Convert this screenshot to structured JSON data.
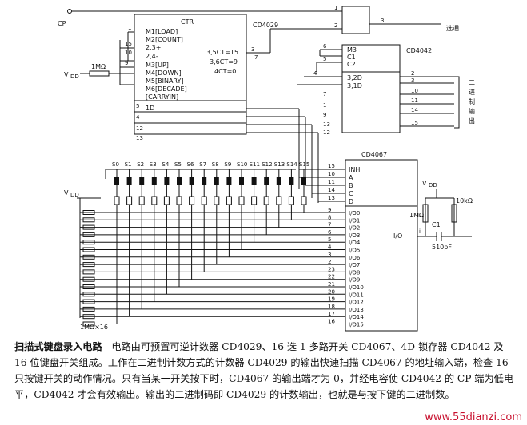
{
  "title": "CD4029",
  "ctr": {
    "name": "CTR",
    "inputs": [
      "M1[LOAD]",
      "M2[COUNT]",
      "2,3+",
      "2,4-",
      "M3[UP]",
      "M4[DOWN]",
      "M5[BINARY]",
      "M6[DECADE]",
      "[CARRYIN]",
      "1D"
    ],
    "outputs": [
      "3,5CT=15",
      "3,6CT=9",
      "4CT=0"
    ],
    "pin_labels": [
      "1",
      "15",
      "10",
      "9",
      "5",
      "4",
      "12",
      "13",
      "3",
      "7"
    ]
  },
  "gate_pins": [
    "1",
    "2",
    "3"
  ],
  "strobe": "选通",
  "cp": "CP",
  "vdd": "V",
  "vdd_sub": "DD",
  "res_1m": "1MΩ",
  "cd4042": {
    "name": "CD4042",
    "inputs": [
      "M3",
      "C1",
      "C2",
      "3,2D",
      "3,1D"
    ],
    "pins": [
      "6",
      "5",
      "4",
      "7",
      "2",
      "3",
      "10",
      "11",
      "14",
      "15",
      "1",
      "9",
      "13",
      "12"
    ]
  },
  "bin_out": [
    "二",
    "进",
    "制",
    "输",
    "出"
  ],
  "cd4067": {
    "name": "CD4067",
    "inputs": [
      "INH",
      "A",
      "B",
      "C",
      "D"
    ],
    "pins_in": [
      "15",
      "10",
      "11",
      "14",
      "13"
    ],
    "io": [
      "I/O0",
      "I/O1",
      "I/O2",
      "I/O3",
      "I/O4",
      "I/O5",
      "I/O6",
      "I/O7",
      "I/O8",
      "I/O9",
      "I/O10",
      "I/O11",
      "I/O12",
      "I/O13",
      "I/O14",
      "I/O15"
    ],
    "io_pins": [
      "9",
      "8",
      "7",
      "6",
      "5",
      "4",
      "3",
      "2",
      "23",
      "22",
      "21",
      "20",
      "19",
      "18",
      "17",
      "16"
    ],
    "out": "I/O",
    "out_pin": "1"
  },
  "switches": [
    "S0",
    "S1",
    "S2",
    "S3",
    "S4",
    "S5",
    "S6",
    "S7",
    "S8",
    "S9",
    "S10",
    "S11",
    "S12",
    "S13",
    "S14",
    "S15"
  ],
  "rc": {
    "r1": "1MΩ",
    "c1": "C1",
    "cval": "510pF",
    "r2": "10kΩ",
    "node": "i"
  },
  "res_array": "1MΩ×16",
  "caption": {
    "heading": "扫描式键盘录入电路",
    "body": "电路由可预置可逆计数器 CD4029、16 选 1 多路开关 CD4067、4D 锁存器 CD4042 及 16 位键盘开关组成。工作在二进制计数方式的计数器 CD4029 的输出快速扫描 CD4067 的地址输入端，检查 16 只按键开关的动作情况。只有当某一开关按下时，CD4067 的输出端才为 0，并经电容使 CD4042 的 CP 端为低电平，CD4042 才会有效输出。输出的二进制码即 CD4029 的计数输出，也就是与按下键的二进制数。"
  },
  "watermark": "www.55dianzi.com"
}
